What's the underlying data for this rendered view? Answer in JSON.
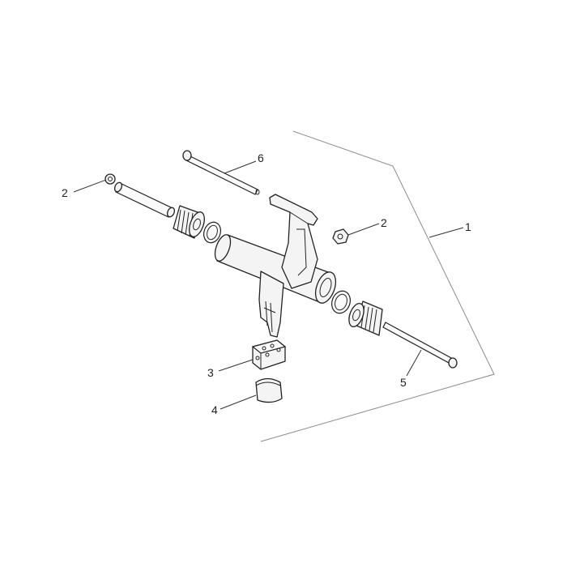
{
  "callouts": {
    "c1": "1",
    "c2a": "2",
    "c2b": "2",
    "c3": "3",
    "c4": "4",
    "c5": "5",
    "c6": "6"
  },
  "colors": {
    "line": "#222222",
    "frame": "#8a8a8a",
    "fill": "#f4f4f4"
  }
}
